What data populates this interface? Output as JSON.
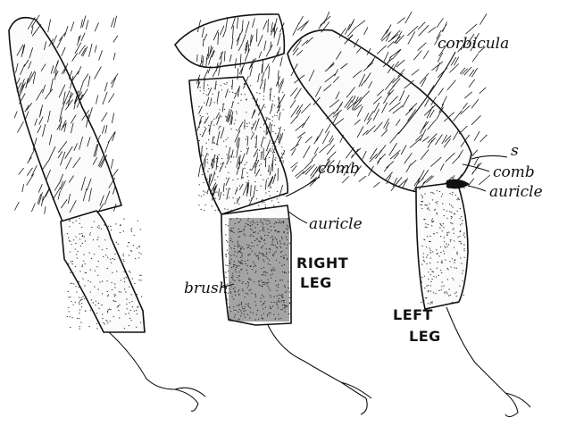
{
  "labels": {
    "corbicula": "corbicula",
    "s": "s",
    "comb_left": "comb",
    "auricle_left": "auricle",
    "comb_right": "comb",
    "auricle_right": "auricle",
    "brush": "brush"
  },
  "captions": {
    "right_leg": [
      "RIGHT",
      "LEG"
    ],
    "left_leg": [
      "LEFT",
      "LEG"
    ]
  }
}
